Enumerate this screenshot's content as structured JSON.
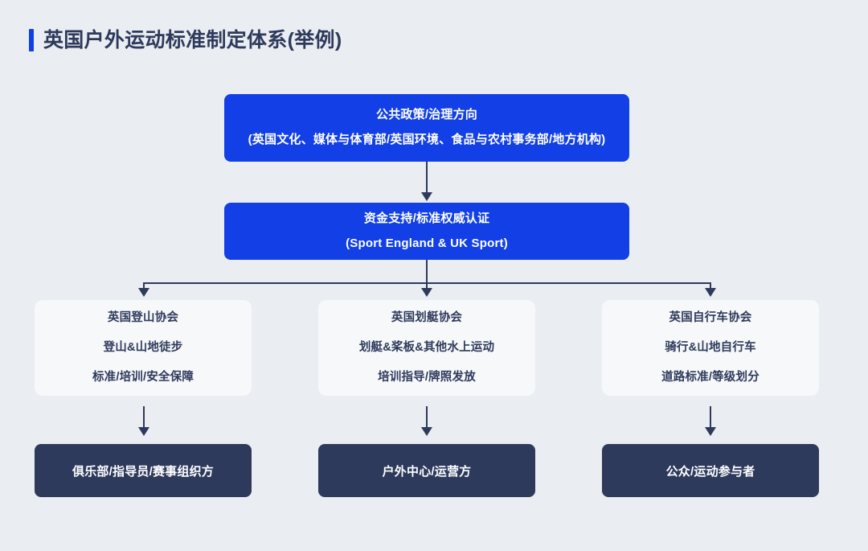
{
  "page": {
    "title": "英国户外运动标准制定体系(举例)",
    "background_color": "#eaedf1",
    "accent_color": "#1240e6",
    "navy_color": "#2e3a5c",
    "card_color": "#f7f8fa"
  },
  "diagram": {
    "type": "flowchart",
    "levels": [
      {
        "id": "policy",
        "style": "blue",
        "lines": [
          "公共政策/治理方向",
          "(英国文化、媒体与体育部/英国环境、食品与农村事务部/地方机构)"
        ]
      },
      {
        "id": "funding",
        "style": "blue",
        "lines": [
          "资金支持/标准权威认证",
          "(Sport England & UK Sport)"
        ]
      }
    ],
    "associations": [
      {
        "id": "mountaineering",
        "style": "card",
        "lines": [
          "英国登山协会",
          "登山&山地徒步",
          "标准/培训/安全保障"
        ]
      },
      {
        "id": "canoeing",
        "style": "card",
        "lines": [
          "英国划艇协会",
          "划艇&桨板&其他水上运动",
          "培训指导/牌照发放"
        ]
      },
      {
        "id": "cycling",
        "style": "card",
        "lines": [
          "英国自行车协会",
          "骑行&山地自行车",
          "道路标准/等级划分"
        ]
      }
    ],
    "endpoints": [
      {
        "id": "clubs",
        "style": "navy",
        "label": "俱乐部/指导员/赛事组织方"
      },
      {
        "id": "centers",
        "style": "navy",
        "label": "户外中心/运营方"
      },
      {
        "id": "public",
        "style": "navy",
        "label": "公众/运动参与者"
      }
    ],
    "connectors": [
      {
        "id": "policy-to-funding",
        "kind": "arrow-down"
      },
      {
        "id": "funding-to-associations",
        "kind": "branch-three"
      },
      {
        "id": "mountaineering-to-clubs",
        "kind": "arrow-down"
      },
      {
        "id": "canoeing-to-centers",
        "kind": "arrow-down"
      },
      {
        "id": "cycling-to-public",
        "kind": "arrow-down"
      }
    ]
  }
}
